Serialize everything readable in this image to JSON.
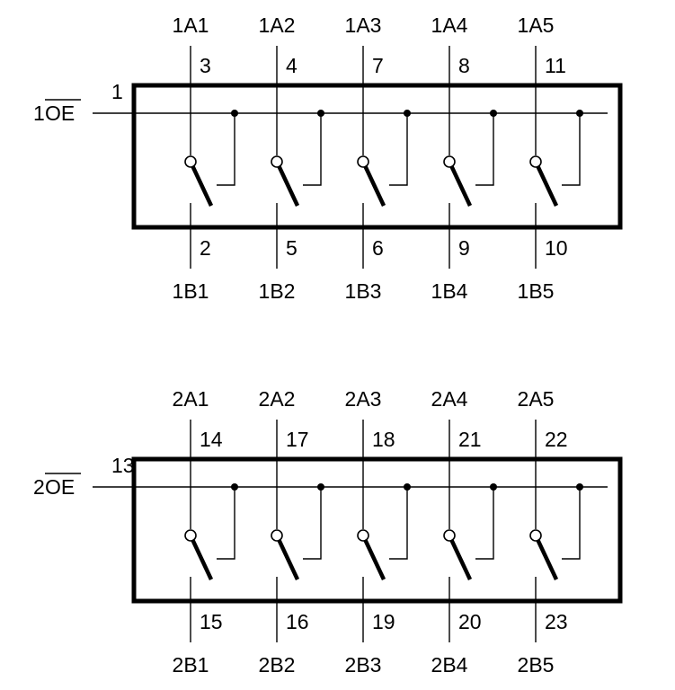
{
  "groups": [
    {
      "enable_prefix": "1",
      "enable_bar": "OE",
      "enable_pin": "1",
      "switches": [
        {
          "a_label": "1A1",
          "a_pin": "3",
          "b_label": "1B1",
          "b_pin": "2"
        },
        {
          "a_label": "1A2",
          "a_pin": "4",
          "b_label": "1B2",
          "b_pin": "5"
        },
        {
          "a_label": "1A3",
          "a_pin": "7",
          "b_label": "1B3",
          "b_pin": "6"
        },
        {
          "a_label": "1A4",
          "a_pin": "8",
          "b_label": "1B4",
          "b_pin": "9"
        },
        {
          "a_label": "1A5",
          "a_pin": "11",
          "b_label": "1B5",
          "b_pin": "10"
        }
      ]
    },
    {
      "enable_prefix": "2",
      "enable_bar": "OE",
      "enable_pin": "13",
      "switches": [
        {
          "a_label": "2A1",
          "a_pin": "14",
          "b_label": "2B1",
          "b_pin": "15"
        },
        {
          "a_label": "2A2",
          "a_pin": "17",
          "b_label": "2B2",
          "b_pin": "16"
        },
        {
          "a_label": "2A3",
          "a_pin": "18",
          "b_label": "2B3",
          "b_pin": "19"
        },
        {
          "a_label": "2A4",
          "a_pin": "21",
          "b_label": "2B4",
          "b_pin": "20"
        },
        {
          "a_label": "2A5",
          "a_pin": "22",
          "b_label": "2B5",
          "b_pin": "23"
        }
      ]
    }
  ]
}
